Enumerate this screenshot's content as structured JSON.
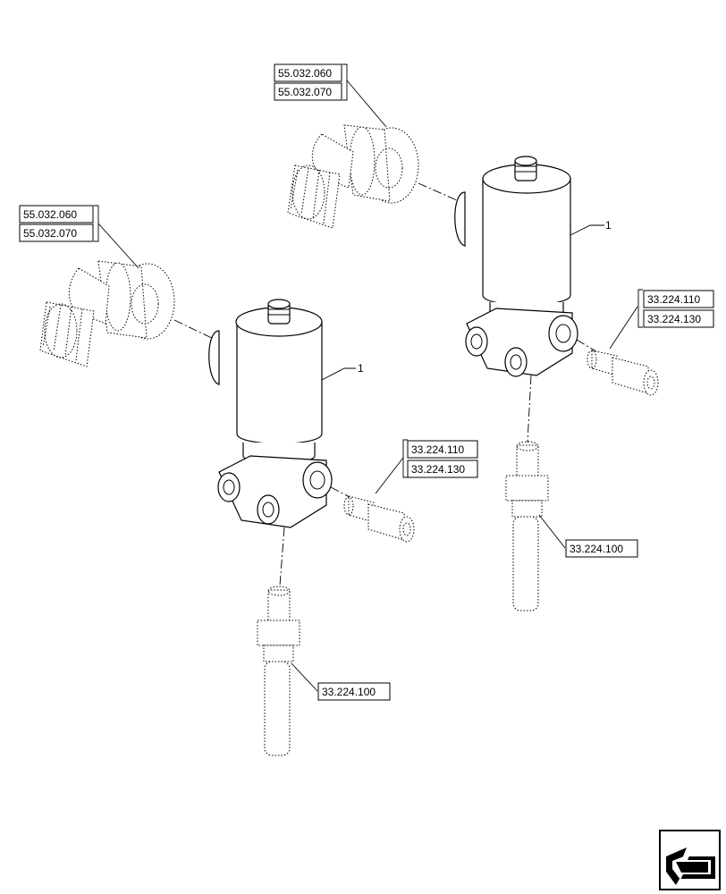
{
  "diagram": {
    "refs": {
      "connector_top_a": "55.032.060",
      "connector_top_b": "55.032.070",
      "connector_left_a": "55.032.060",
      "connector_left_b": "55.032.070",
      "fitting_right_a": "33.224.110",
      "fitting_right_b": "33.224.130",
      "fitting_left_a": "33.224.110",
      "fitting_left_b": "33.224.130",
      "pipe_right": "33.224.100",
      "pipe_left": "33.224.100",
      "valve_right_item": "1",
      "valve_left_item": "1"
    }
  },
  "nav": {
    "icon": "next-page-arrow-icon"
  }
}
